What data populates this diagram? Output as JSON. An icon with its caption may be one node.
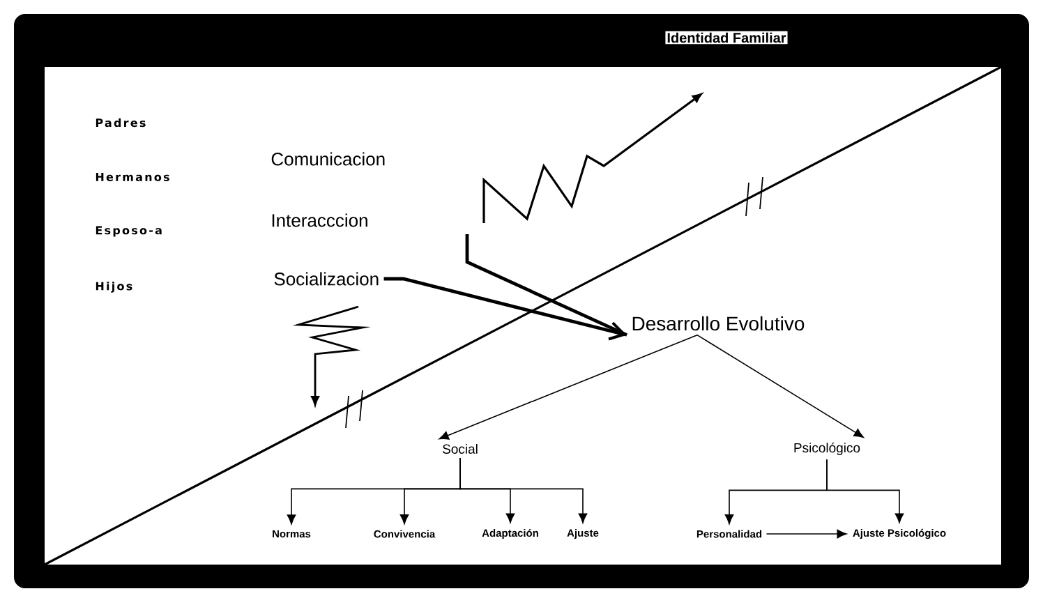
{
  "diagram": {
    "title": "Identidad Familiar",
    "nodes": [
      {
        "text": [
          "Socializacion"
        ]
      },
      {
        "text": [
          "Desarrollo Evolutivo"
        ]
      },
      {
        "text": [
          "Social"
        ]
      },
      {
        "text": [
          "Psicológico"
        ]
      },
      {
        "text": [
          "Normas"
        ]
      },
      {
        "text": [
          "Convivencia"
        ]
      },
      {
        "text": [
          "Adaptación"
        ]
      },
      {
        "text": [
          "Ajuste"
        ]
      },
      {
        "text": [
          "Personalidad"
        ]
      },
      {
        "text": [
          "Ajuste Psicológico"
        ]
      }
    ],
    "edges": [
      {
        "from": 0,
        "to": 1,
        "arrow": "to",
        "style": "thick"
      },
      {
        "from": 1,
        "to": 2,
        "arrow": "to"
      },
      {
        "from": 1,
        "to": 3,
        "arrow": "to"
      },
      {
        "from": 2,
        "to": 4,
        "arrow": "to"
      },
      {
        "from": 2,
        "to": 5,
        "arrow": "to"
      },
      {
        "from": 2,
        "to": 6,
        "arrow": "to"
      },
      {
        "from": 2,
        "to": 7,
        "arrow": "to"
      },
      {
        "from": 3,
        "to": 8,
        "arrow": "to"
      },
      {
        "from": 3,
        "to": 9,
        "arrow": "to"
      },
      {
        "from": 8,
        "to": 9,
        "arrow": "to"
      },
      {
        "from": null,
        "to": 1,
        "arrow": "none",
        "style": "thick"
      }
    ],
    "labels": [
      "Padres",
      "Comunicacion",
      "Hermanos",
      "Interacccion",
      "Esposo-a",
      "Hijos"
    ]
  }
}
